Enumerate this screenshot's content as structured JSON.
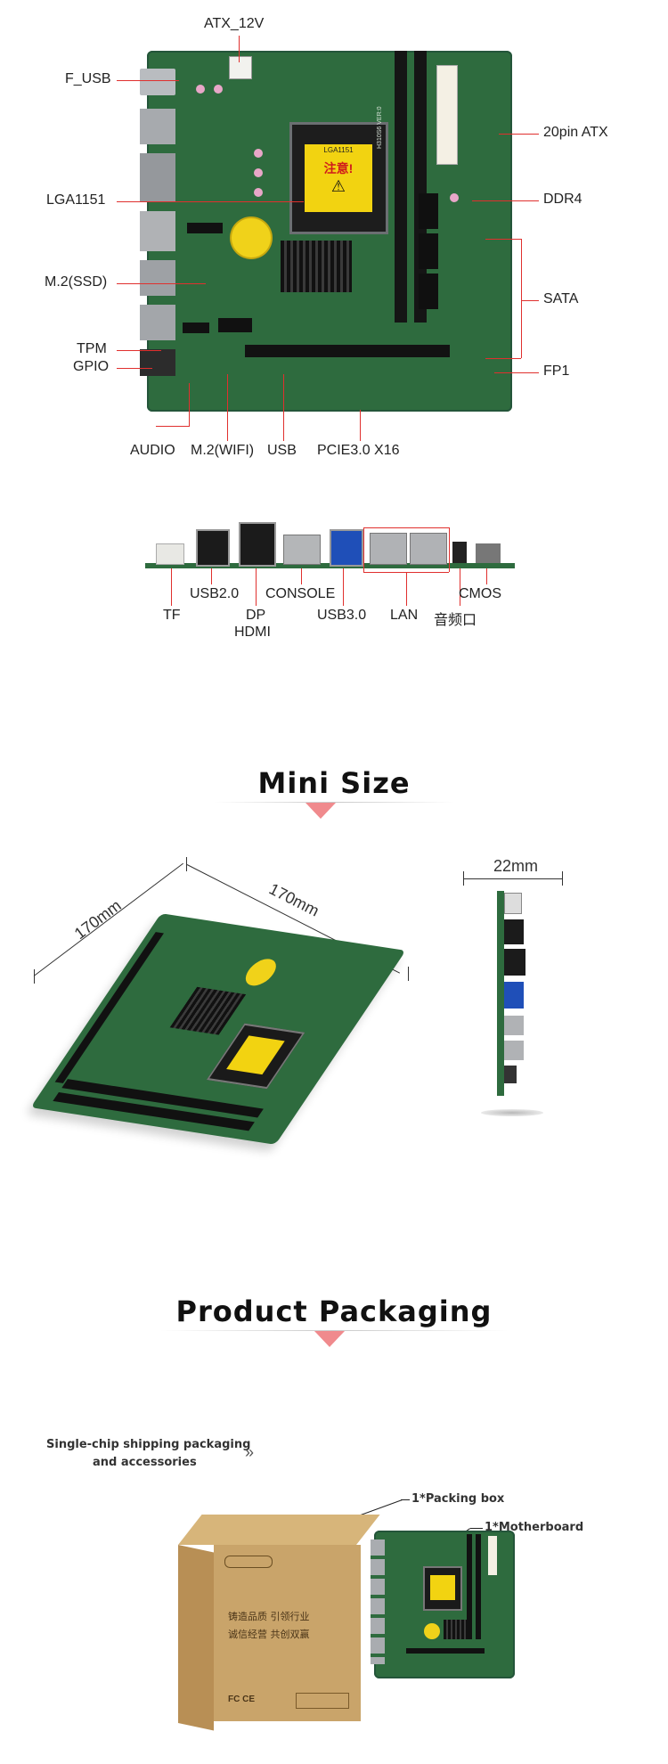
{
  "board_top": {
    "left_labels": [
      "F_USB",
      "LGA1151",
      "M.2(SSD)",
      "TPM",
      "GPIO"
    ],
    "top_label": "ATX_12V",
    "right_labels": [
      "20pin ATX",
      "DDR4",
      "SATA",
      "FP1"
    ],
    "bottom_labels": [
      "AUDIO",
      "M.2(WIFI)",
      "USB",
      "PCIE3.0 X16"
    ],
    "socket_text": "LGA1151",
    "warning_text": "注意!",
    "board_model": "H310S6 VER:0"
  },
  "io_panel": {
    "labels": [
      "TF",
      "USB2.0",
      "DP",
      "HDMI",
      "CONSOLE",
      "USB3.0",
      "LAN",
      "音频口",
      "CMOS"
    ]
  },
  "mini_size": {
    "title": "Mini Size",
    "dim_left": "170mm",
    "dim_top": "170mm",
    "dim_thickness": "22mm"
  },
  "packaging": {
    "title": "Product Packaging",
    "intro_line1": "Single-chip shipping packaging",
    "intro_line2": "and accessories",
    "intro_icon": "double-chevron-right-icon",
    "item_box": "1*Packing box",
    "item_board": "1*Motherboard",
    "box_text_line1": "铸造品质  引领行业",
    "box_text_line2": "诚信经营  共创双赢",
    "box_cert": "FC CE"
  },
  "colors": {
    "accent_red": "#e0302e",
    "triangle_pink": "#f08a8d",
    "pcb_green": "#2e6b3e",
    "box_kraft": "#c9a46a"
  }
}
